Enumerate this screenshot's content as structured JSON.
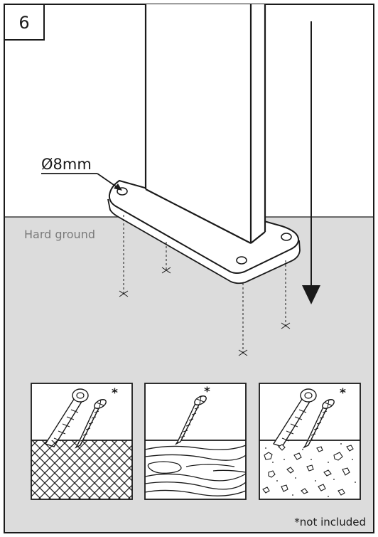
{
  "step": {
    "number": "6"
  },
  "callout": {
    "hole_diameter": "Ø8mm"
  },
  "labels": {
    "ground": "Hard ground",
    "footnote": "*not included"
  },
  "fixings": [
    {
      "name": "concrete",
      "parts": [
        "wall-plug-icon",
        "screw-icon"
      ],
      "marker": "*"
    },
    {
      "name": "wood",
      "parts": [
        "screw-icon"
      ],
      "marker": "*"
    },
    {
      "name": "stone",
      "parts": [
        "wall-plug-icon",
        "screw-icon"
      ],
      "marker": "*"
    }
  ],
  "colors": {
    "ground": "#dcdcdc",
    "line": "#1a1a1a",
    "panel": "#ffffff"
  }
}
